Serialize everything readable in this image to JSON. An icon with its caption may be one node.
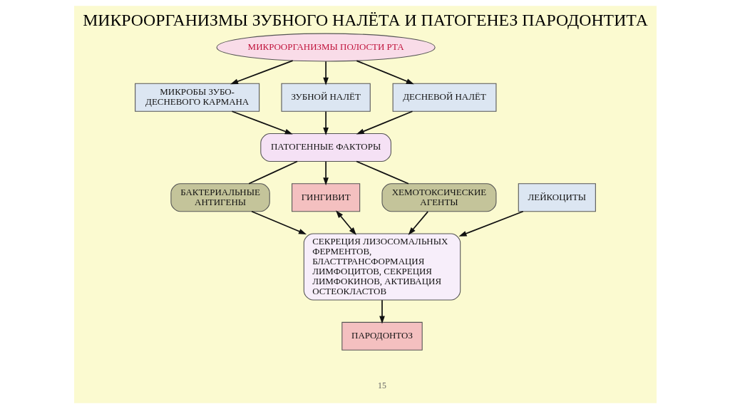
{
  "diagram": {
    "title": "МИКРООРГАНИЗМЫ ЗУБНОГО НАЛЁТА И ПАТОГЕНЕЗ ПАРОДОНТИТА",
    "nodes": [
      {
        "text": [
          "МИКРООРГАНИЗМЫ ПОЛОСТИ РТА"
        ]
      },
      {
        "text": [
          "МИКРОБЫ ЗУБО-ДЕСНЕВОГО КАРМАНА"
        ]
      },
      {
        "text": [
          "ЗУБНОЙ НАЛЁТ"
        ]
      },
      {
        "text": [
          "ДЕСНЕВОЙ НАЛЁТ"
        ]
      },
      {
        "text": [
          "ЛЕЙКОЦИТЫ"
        ]
      },
      {
        "text": [
          "ПАТОГЕННЫЕ ФАКТОРЫ"
        ]
      },
      {
        "text": [
          "БАКТЕРИАЛЬНЫЕ АНТИГЕНЫ"
        ]
      },
      {
        "text": [
          "ГИНГИВИТ"
        ]
      },
      {
        "text": [
          "ХЕМОТОКСИЧЕСКИЕ АГЕНТЫ"
        ]
      },
      {
        "text": [
          "СЕКРЕЦИЯ ЛИЗОСОМАЛЬНЫХ ФЕРМЕНТОВ, БЛАСТТРАНСФОРМАЦИЯ ЛИМФОЦИТОВ, СЕКРЕЦИЯ ЛИМФОКИНОВ, АКТИВАЦИЯ ОСТЕОКЛАСТОВ"
        ]
      },
      {
        "text": [
          "ПАРОДОНТОЗ"
        ]
      }
    ],
    "edges": [
      {
        "from": 0,
        "to": 1,
        "arrow": "to"
      },
      {
        "from": 0,
        "to": 2,
        "arrow": "to"
      },
      {
        "from": 0,
        "to": 3,
        "arrow": "to"
      },
      {
        "from": 1,
        "to": 5,
        "arrow": "to"
      },
      {
        "from": 2,
        "to": 5,
        "arrow": "to"
      },
      {
        "from": 3,
        "to": 5,
        "arrow": "to"
      },
      {
        "from": 5,
        "to": 6,
        "arrow": "none"
      },
      {
        "from": 5,
        "to": 7,
        "arrow": "to"
      },
      {
        "from": 5,
        "to": 8,
        "arrow": "none"
      },
      {
        "from": 7,
        "to": 9,
        "arrow": "both"
      },
      {
        "from": 6,
        "to": 9,
        "arrow": "to"
      },
      {
        "from": 4,
        "to": 9,
        "arrow": "to"
      },
      {
        "from": 8,
        "to": 9,
        "arrow": "to"
      },
      {
        "from": 9,
        "to": 10,
        "arrow": "to"
      }
    ],
    "labels": [
      "15"
    ]
  }
}
